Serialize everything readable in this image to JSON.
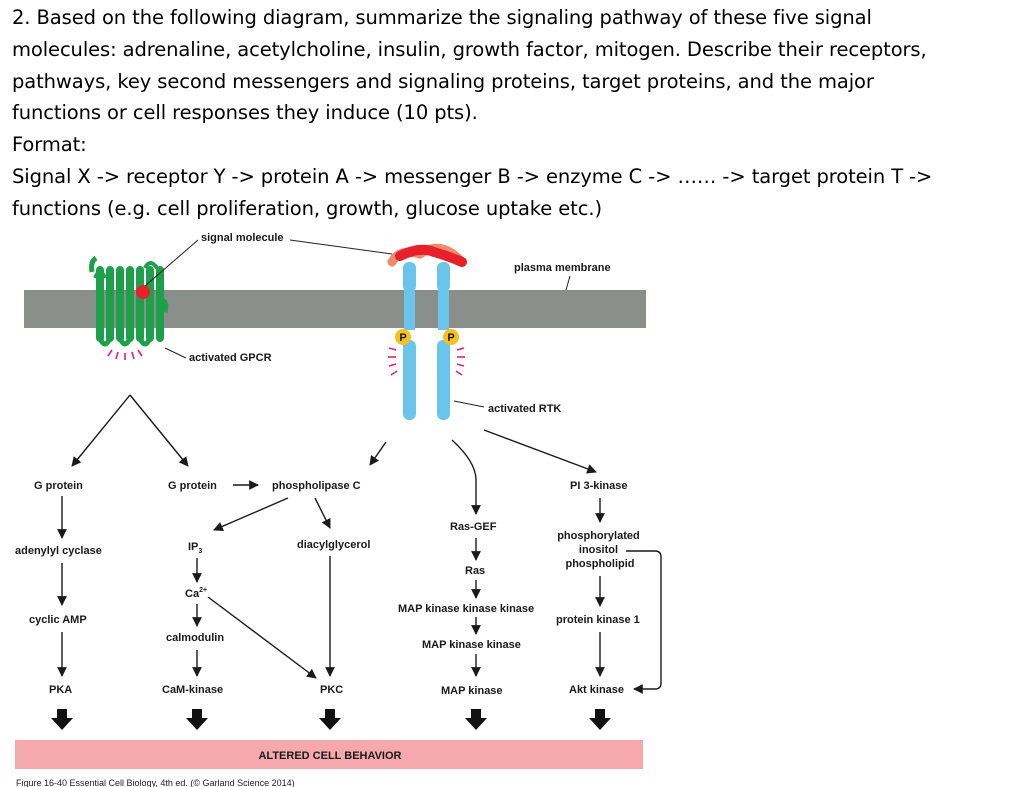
{
  "question": {
    "lines": [
      "2. Based on the following diagram, summarize the signaling pathway of these five signal",
      "molecules: adrenaline, acetylcholine, insulin, growth factor, mitogen. Describe their receptors,",
      "pathways, key second messengers and signaling proteins, target proteins, and the major",
      "functions or cell responses they induce (10 pts).",
      "Format:",
      "Signal X -> receptor Y -> protein A -> messenger B -> enzyme C -> …… -> target protein T ->",
      "functions (e.g. cell proliferation, growth, glucose uptake etc.)"
    ]
  },
  "diagram": {
    "labels": {
      "signal_molecule": "signal molecule",
      "plasma_membrane": "plasma membrane",
      "activated_gpcr": "activated GPCR",
      "activated_rtk": "activated RTK",
      "phospho": "P"
    },
    "gpcr_branch_1": {
      "g_protein": "G protein",
      "adenylyl_cyclase": "adenylyl cyclase",
      "cyclic_amp": "cyclic AMP",
      "pka": "PKA"
    },
    "gpcr_branch_2": {
      "g_protein": "G protein",
      "phospholipase_c": "phospholipase C",
      "ip3": "IP",
      "ip3_sub": "3",
      "diacylglycerol": "diacylglycerol",
      "ca": "Ca",
      "ca_sup": "2+",
      "calmodulin": "calmodulin",
      "cam_kinase": "CaM-kinase",
      "pkc": "PKC"
    },
    "rtk_ras": {
      "ras_gef": "Ras-GEF",
      "ras": "Ras",
      "map_kkk": "MAP kinase kinase kinase",
      "map_kk": "MAP kinase kinase",
      "map_k": "MAP kinase"
    },
    "rtk_pi3k": {
      "pi3_kinase": "PI 3-kinase",
      "phospho_inositol_1": "phosphorylated",
      "phospho_inositol_2": "inositol",
      "phospho_inositol_3": "phospholipid",
      "protein_kinase_1": "protein kinase 1",
      "akt_kinase": "Akt kinase"
    },
    "altered_behavior": "ALTERED CELL BEHAVIOR",
    "caption": "Figure 16-40 Essential Cell Biology, 4th ed. (© Garland Science 2014)"
  },
  "colors": {
    "membrane": "#8a8f8c",
    "gpcr": "#1ea04a",
    "ligand_red": "#e8202a",
    "ligand_salmon": "#f08a6c",
    "rtk": "#6bc4ea",
    "phosphate": "#f5c21c",
    "activation_spikes": "#e0207a",
    "altered_bar": "#f6a9ad"
  }
}
